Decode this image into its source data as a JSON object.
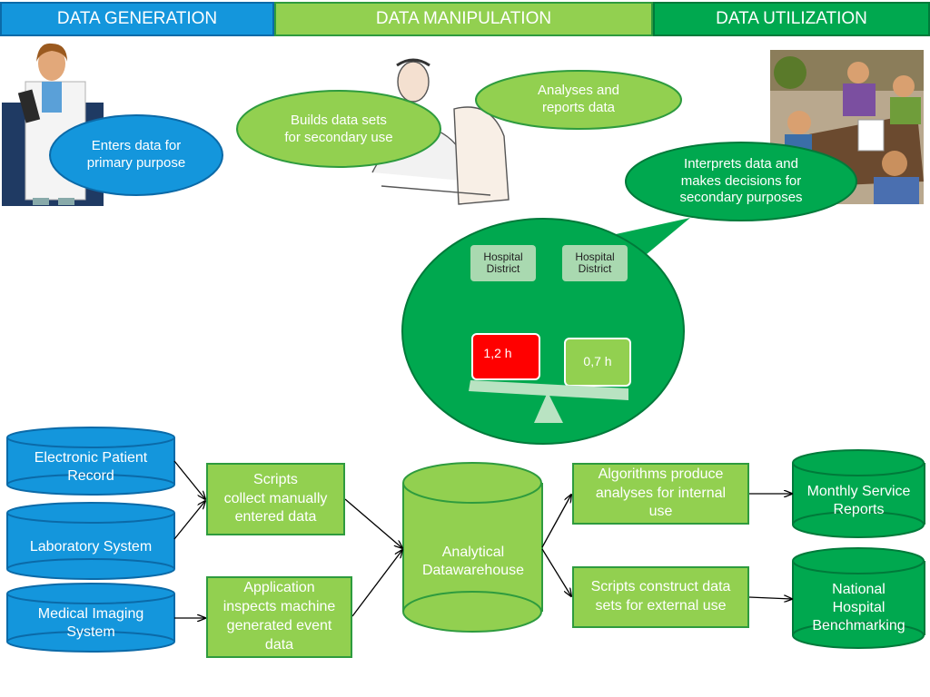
{
  "header": {
    "generation": "DATA GENERATION",
    "manipulation": "DATA MANIPULATION",
    "utilization": "DATA UTILIZATION"
  },
  "bubbles": {
    "enters": "Enters data for\nprimary purpose",
    "builds": "Builds data sets\nfor secondary use",
    "analyses": "Analyses and\nreports data",
    "interprets": "Interprets data and\nmakes decisions for\nsecondary purposes"
  },
  "balance": {
    "left_label": "Hospital\nDistrict",
    "right_label": "Hospital\nDistrict",
    "left_value": "1,2 h",
    "right_value": "0,7 h"
  },
  "sources": {
    "epr": "Electronic Patient\nRecord",
    "lab": "Laboratory System",
    "imaging": "Medical Imaging\nSystem"
  },
  "processes": {
    "scripts_collect": "Scripts\ncollect manually\nentered data",
    "app_inspects": "Application\ninspects machine\ngenerated event\ndata",
    "algorithms": "Algorithms produce\nanalyses for internal\nuse",
    "scripts_construct": "Scripts construct data\nsets for external use"
  },
  "warehouse": "Analytical\nDatawarehouse",
  "outputs": {
    "monthly": "Monthly Service\nReports",
    "national": "National\nHospital\nBenchmarking"
  },
  "colors": {
    "blue": "#1496dc",
    "light_green": "#92d050",
    "green": "#00a84f",
    "dark_green": "#2e9b3e",
    "red": "#ff0000"
  }
}
